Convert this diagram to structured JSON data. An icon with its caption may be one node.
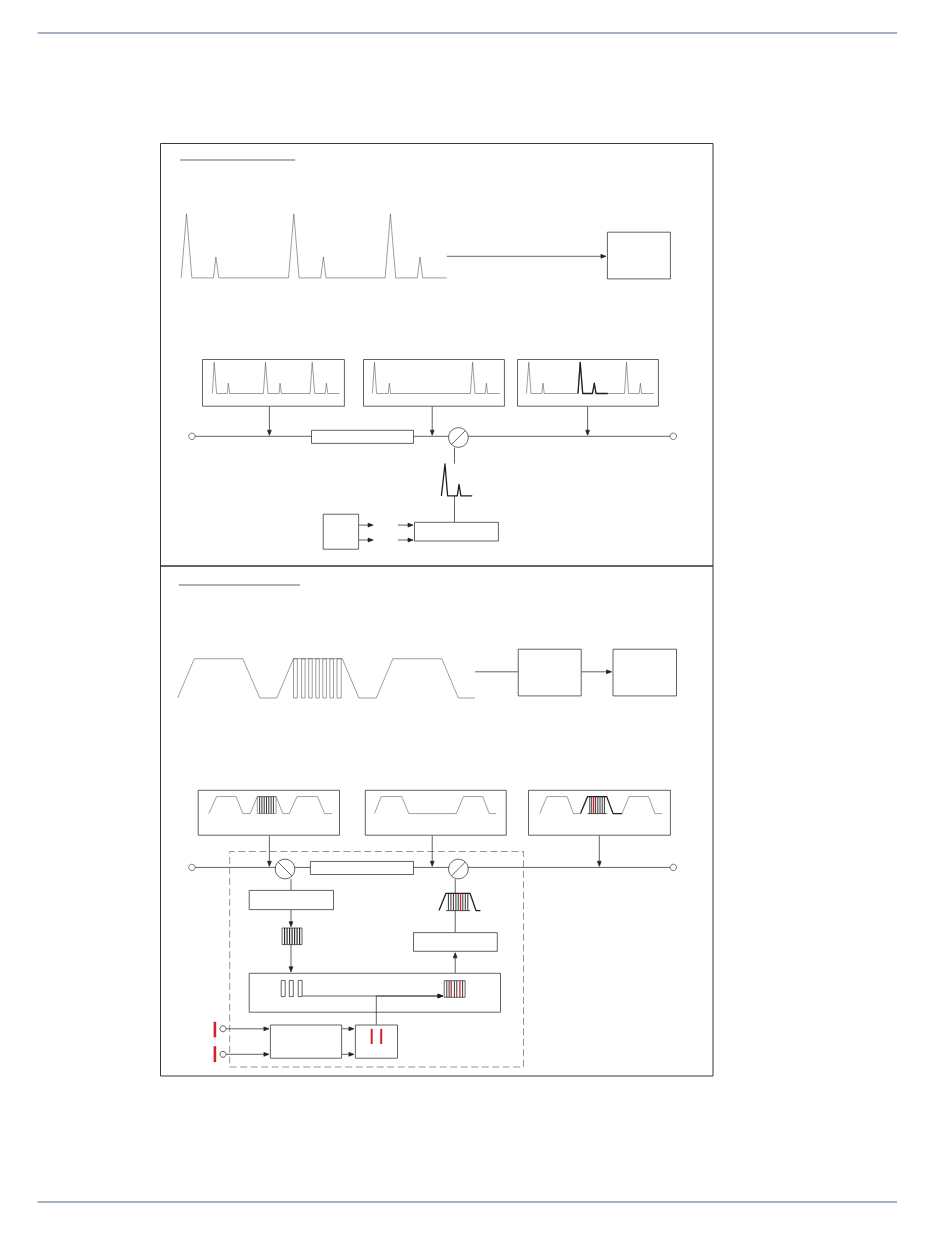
{
  "diagram": {
    "nodes": [
      {
        "text": [],
        "shape": "box"
      },
      {
        "text": [],
        "shape": "picture",
        "in": 0
      },
      {
        "text": [],
        "shape": "box",
        "in": 0
      },
      {
        "text": [],
        "shape": "box",
        "in": 0
      },
      {
        "text": [],
        "shape": "box",
        "in": 0
      },
      {
        "text": [],
        "shape": "box",
        "in": 0
      },
      {
        "text": [],
        "shape": "line",
        "in": 0
      },
      {
        "text": [],
        "shape": "box",
        "in": 0
      },
      {
        "text": [],
        "shape": "circle",
        "in": 0
      },
      {
        "text": [],
        "shape": "picture",
        "in": 0
      },
      {
        "text": [],
        "shape": "box",
        "in": 0
      },
      {
        "text": [],
        "shape": "box",
        "in": 0
      },
      {
        "text": [],
        "shape": "box"
      },
      {
        "text": [],
        "shape": "picture",
        "in": 12
      },
      {
        "text": [],
        "shape": "box",
        "in": 12
      },
      {
        "text": [],
        "shape": "box",
        "in": 12
      },
      {
        "text": [],
        "shape": "box",
        "in": 12
      },
      {
        "text": [],
        "shape": "box",
        "in": 12
      },
      {
        "text": [],
        "shape": "box",
        "in": 12
      },
      {
        "text": [],
        "shape": "line",
        "in": 12
      },
      {
        "text": [],
        "shape": "box",
        "in": 12
      },
      {
        "text": [],
        "shape": "circle",
        "in": 20
      },
      {
        "text": [],
        "shape": "box",
        "in": 20
      },
      {
        "text": [],
        "shape": "circle",
        "in": 20
      },
      {
        "text": [],
        "shape": "box",
        "in": 20
      },
      {
        "text": [],
        "shape": "picture",
        "in": 20
      },
      {
        "text": [],
        "shape": "picture",
        "in": 20
      },
      {
        "text": [],
        "shape": "box",
        "in": 20
      },
      {
        "text": [],
        "shape": "box",
        "in": 20
      },
      {
        "text": [],
        "shape": "picture",
        "in": 28
      },
      {
        "text": [],
        "shape": "picture",
        "in": 28
      },
      {
        "text": [],
        "shape": "circle",
        "in": 12
      },
      {
        "text": [],
        "shape": "circle",
        "in": 12
      },
      {
        "text": [],
        "shape": "box",
        "in": 20
      },
      {
        "text": [],
        "shape": "box",
        "in": 20
      }
    ],
    "edges": [
      {
        "from": 1,
        "to": 2,
        "arrow": "to"
      },
      {
        "from": 3,
        "to": 6,
        "arrow": "to"
      },
      {
        "from": 4,
        "to": 6,
        "arrow": "to"
      },
      {
        "from": 5,
        "to": 6,
        "arrow": "to"
      },
      {
        "from": 9,
        "to": 8,
        "arrow": "none"
      },
      {
        "from": 11,
        "to": 9,
        "arrow": "none"
      },
      {
        "from": 10,
        "to": null,
        "arrow": "to"
      },
      {
        "from": 10,
        "to": null,
        "arrow": "to"
      },
      {
        "from": null,
        "to": 11,
        "arrow": "to"
      },
      {
        "from": null,
        "to": 11,
        "arrow": "to"
      },
      {
        "from": 13,
        "to": 14,
        "arrow": "none"
      },
      {
        "from": 14,
        "to": 15,
        "arrow": "to"
      },
      {
        "from": 16,
        "to": 19,
        "arrow": "to"
      },
      {
        "from": 17,
        "to": 19,
        "arrow": "to"
      },
      {
        "from": 18,
        "to": 19,
        "arrow": "to"
      },
      {
        "from": 21,
        "to": 24,
        "arrow": "none"
      },
      {
        "from": 24,
        "to": 26,
        "arrow": "to"
      },
      {
        "from": 26,
        "to": 28,
        "arrow": "to"
      },
      {
        "from": 29,
        "to": 30,
        "arrow": "to"
      },
      {
        "from": 34,
        "to": 30,
        "arrow": "to"
      },
      {
        "from": 28,
        "to": 27,
        "arrow": "to"
      },
      {
        "from": 27,
        "to": 25,
        "arrow": "none"
      },
      {
        "from": 25,
        "to": 23,
        "arrow": "none"
      },
      {
        "from": 31,
        "to": 33,
        "arrow": "to"
      },
      {
        "from": 32,
        "to": 33,
        "arrow": "to"
      },
      {
        "from": 33,
        "to": 34,
        "arrow": "to"
      },
      {
        "from": 33,
        "to": 34,
        "arrow": "to"
      }
    ]
  }
}
